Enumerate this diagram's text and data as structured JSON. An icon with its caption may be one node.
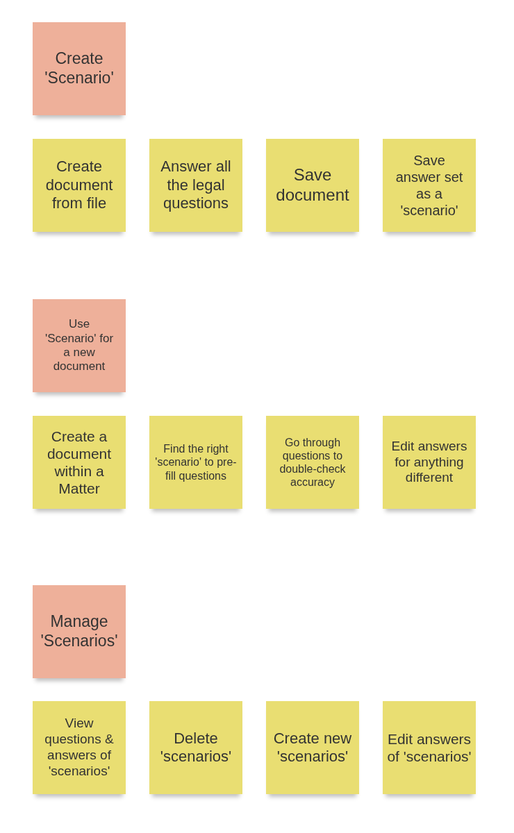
{
  "diagram": {
    "nodes": [
      {
        "text": [
          "Create 'Scenario'"
        ]
      },
      {
        "text": [
          "Create document from file"
        ]
      },
      {
        "text": [
          "Answer all the legal questions"
        ]
      },
      {
        "text": [
          "Save document"
        ]
      },
      {
        "text": [
          "Save answer set as a 'scenario'"
        ]
      },
      {
        "text": [
          "Use 'Scenario' for a new document"
        ]
      },
      {
        "text": [
          "Create a document within a Matter"
        ]
      },
      {
        "text": [
          "Find the right 'scenario' to pre-fill questions"
        ]
      },
      {
        "text": [
          "Go through questions to double-check accuracy"
        ]
      },
      {
        "text": [
          "Edit answers for anything different"
        ]
      },
      {
        "text": [
          "Manage 'Scenarios'"
        ]
      },
      {
        "text": [
          "View questions & answers of 'scenarios'"
        ]
      },
      {
        "text": [
          "Delete 'scenarios'"
        ]
      },
      {
        "text": [
          "Create new 'scenarios'"
        ]
      },
      {
        "text": [
          "Edit answers of 'scenarios'"
        ]
      }
    ]
  }
}
